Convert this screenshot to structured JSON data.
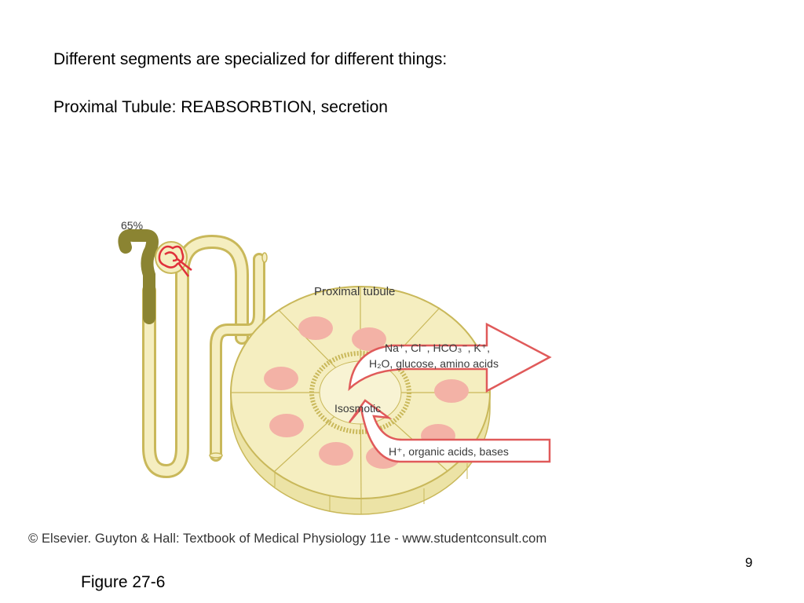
{
  "slide": {
    "heading": "Different segments are specialized for different things:",
    "subheading": "Proximal Tubule:  REABSORBTION, secretion",
    "caption": "Figure 27-6",
    "page_number": "9"
  },
  "figure": {
    "percent_label": "65%",
    "tubule_label": "Proximal tubule",
    "lumen_label": "Isosmotic",
    "reabsorbed_line1": "Na⁺, Cl⁻, HCO₃⁻, K⁺,",
    "reabsorbed_line2": "H₂O, glucose, amino acids",
    "secreted": "H⁺, organic acids, bases",
    "credit": "© Elsevier. Guyton & Hall: Textbook of Medical Physiology 11e - www.studentconsult.com"
  },
  "colors": {
    "tubule_fill": "#f5eec0",
    "tubule_stroke": "#c9b85a",
    "proximal_segment": "#8b8432",
    "glomerulus": "#e0303a",
    "nucleus": "#f3b2a6",
    "arrow_outline": "#e05a5a"
  }
}
